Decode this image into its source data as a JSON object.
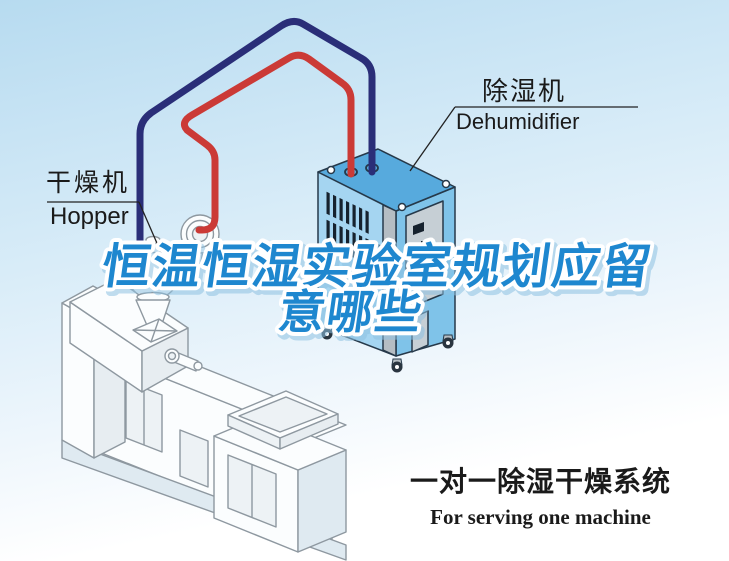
{
  "title": {
    "line1": "恒温恒湿实验室规划应留",
    "line2": "意哪些"
  },
  "labels": {
    "dehumidifier": {
      "zh": "除湿机",
      "en": "Dehumidifier"
    },
    "hopper": {
      "zh": "干燥机",
      "en": "Hopper"
    }
  },
  "caption": {
    "zh": "一对一除湿干燥系统",
    "en": "For serving one machine"
  },
  "colors": {
    "sky-top": "#b7dbf0",
    "sky-mid": "#d8ecf8",
    "sky-low": "#eef6fc",
    "title-blue": "#1e87cf",
    "title-shadow": "#8fc2e2",
    "pipe-red": "#cb3a36",
    "pipe-navy": "#2a2e78",
    "dh-top": "#57aadd",
    "dh-left": "#a5d5f1",
    "dh-right": "#7fc3e9",
    "dh-outline": "#26394a",
    "vent-dark": "#16222e",
    "pillar-gray": "#b5bdc3",
    "door-gray": "#c6cfd5",
    "caster-dark": "#2a3540",
    "line-gray": "#8e98a0",
    "machine-white": "#fbfdfe",
    "machine-shade": "#e7edf1",
    "band-blue": "#dfeaf1",
    "label-black": "#1a1a1a"
  }
}
